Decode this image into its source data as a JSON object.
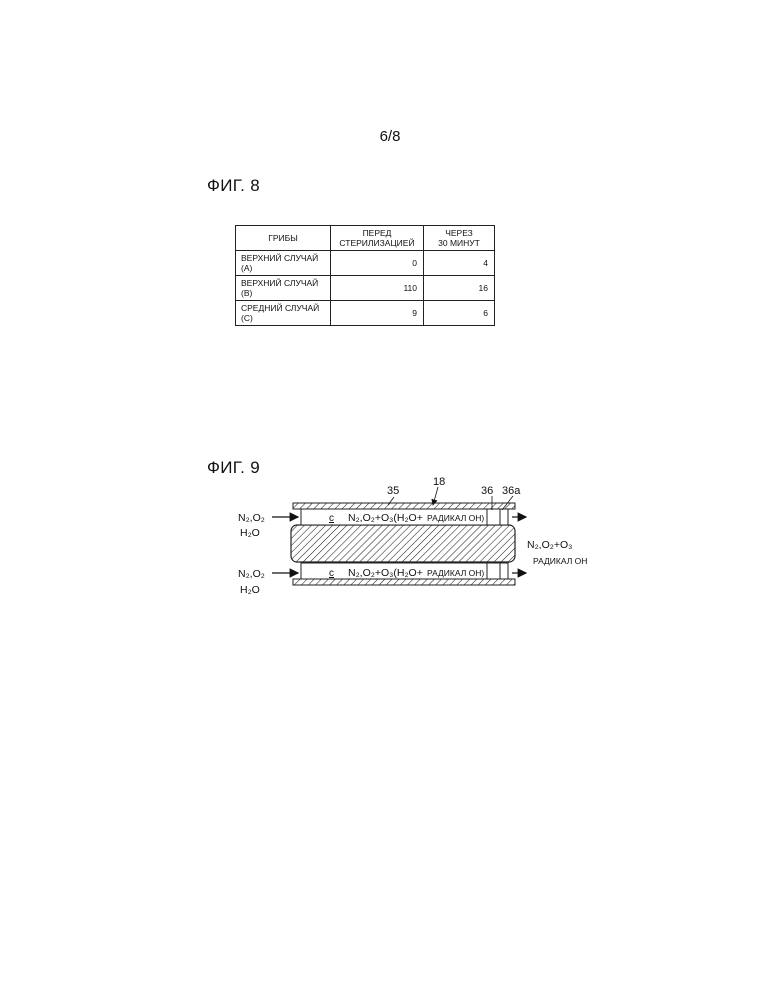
{
  "page_number": "6/8",
  "fig8": {
    "title": "ФИГ. 8",
    "table": {
      "headers": [
        "ГРИБЫ",
        "ПЕРЕД СТЕРИЛИЗАЦИЕЙ",
        "ЧЕРЕЗ 30 МИНУТ"
      ],
      "header_lines": [
        [
          "ГРИБЫ"
        ],
        [
          "ПЕРЕД",
          "СТЕРИЛИЗАЦИЕЙ"
        ],
        [
          "ЧЕРЕЗ",
          "30 МИНУТ"
        ]
      ],
      "rows": [
        {
          "label": "ВЕРХНИЙ СЛУЧАЙ (A)",
          "before": "0",
          "after": "4"
        },
        {
          "label": "ВЕРХНИЙ СЛУЧАЙ (B)",
          "before": "110",
          "after": "16"
        },
        {
          "label": "СРЕДНИЙ СЛУЧАЙ (C)",
          "before": "9",
          "after": "6"
        }
      ]
    }
  },
  "fig9": {
    "title": "ФИГ. 9",
    "refs": {
      "r18": "18",
      "r35": "35",
      "r36": "36",
      "r36a": "36a",
      "c": "c"
    },
    "inlet_line1": "N₂,O₂",
    "inlet_line2": "H₂O",
    "channel_formula": "N₂,O₂+O₃(H₂O+",
    "channel_radical": "РАДИКАЛ OH)",
    "outlet_line1": "N₂,O₂+O₃",
    "outlet_line2": "РАДИКАЛ OH"
  }
}
